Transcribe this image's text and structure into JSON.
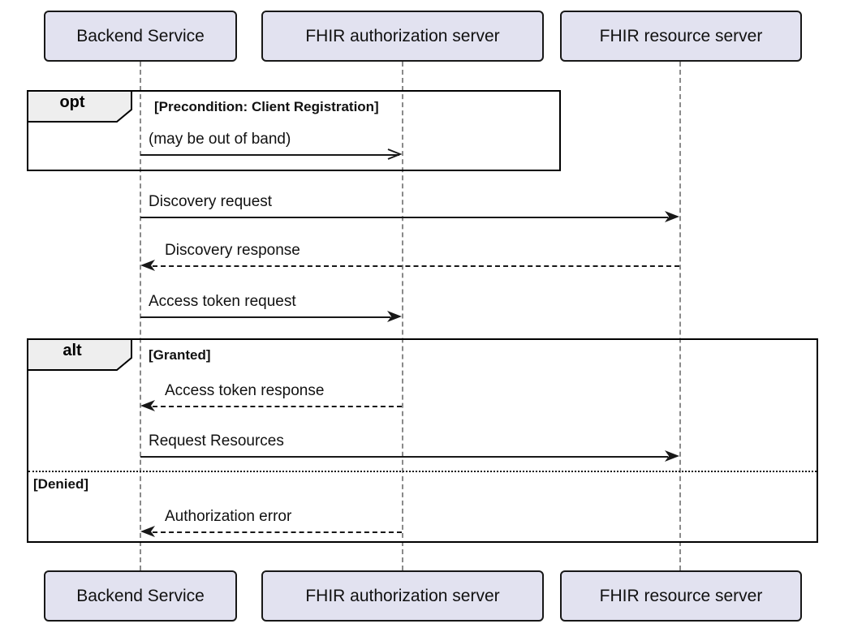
{
  "diagram": {
    "kind": "uml-sequence-diagram",
    "participants": [
      {
        "name": "Backend Service"
      },
      {
        "name": "FHIR authorization server"
      },
      {
        "name": "FHIR resource server"
      }
    ],
    "fragments": {
      "opt": {
        "operator": "opt",
        "guard": "[Precondition: Client Registration]"
      },
      "alt": {
        "operator": "alt",
        "guard_granted": "[Granted]",
        "guard_denied": "[Denied]"
      }
    },
    "messages": {
      "out_of_band": {
        "label": "(may be out of band)",
        "from": "Backend Service",
        "to": "FHIR authorization server",
        "line": "solid",
        "arrowhead": "open"
      },
      "discovery_request": {
        "label": "Discovery request",
        "from": "Backend Service",
        "to": "FHIR resource server",
        "line": "solid",
        "arrowhead": "filled"
      },
      "discovery_response": {
        "label": "Discovery response",
        "from": "FHIR resource server",
        "to": "Backend Service",
        "line": "dashed",
        "arrowhead": "filled"
      },
      "access_token_request": {
        "label": "Access token request",
        "from": "Backend Service",
        "to": "FHIR authorization server",
        "line": "solid",
        "arrowhead": "filled"
      },
      "access_token_response": {
        "label": "Access token response",
        "from": "FHIR authorization server",
        "to": "Backend Service",
        "line": "dashed",
        "arrowhead": "filled"
      },
      "request_resources": {
        "label": "Request Resources",
        "from": "Backend Service",
        "to": "FHIR resource server",
        "line": "solid",
        "arrowhead": "filled"
      },
      "authorization_error": {
        "label": "Authorization error",
        "from": "FHIR authorization server",
        "to": "Backend Service",
        "line": "dashed",
        "arrowhead": "filled"
      }
    },
    "colors": {
      "background": "#ffffff",
      "participant_fill": "#e2e2f0",
      "participant_border": "#181818",
      "fragment_border": "#000000",
      "fragment_label_fill": "#eeeeee",
      "message_line": "#181818",
      "lifeline": "#8a8a8a",
      "text": "#111111"
    }
  }
}
